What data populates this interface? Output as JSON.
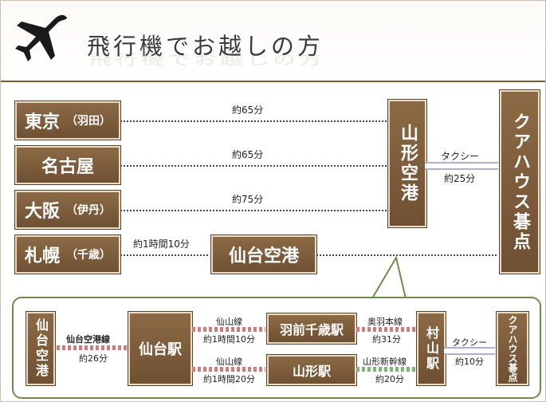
{
  "header": {
    "title": "飛行機でお越しの方",
    "icon": "airplane-icon"
  },
  "origins": [
    {
      "name": "東京",
      "sub": "（羽田）",
      "time": "約65分"
    },
    {
      "name": "名古屋",
      "sub": "",
      "time": "約65分"
    },
    {
      "name": "大阪",
      "sub": "（伊丹）",
      "time": "約75分"
    },
    {
      "name": "札幌",
      "sub": "（千歳）",
      "time": "約1時間10分"
    }
  ],
  "yamagata_airport": "山形空港",
  "sendai_airport": "仙台空港",
  "taxi": {
    "label": "タクシー",
    "time": "約25分"
  },
  "destination": "クアハウス碁点",
  "sendai_route": {
    "start": "仙台空港",
    "airport_line": "仙台空港線",
    "airport_line_time": "約26分",
    "sendai_station": "仙台駅",
    "senzan_line": "仙山線",
    "senzan_time_1": "約1時間10分",
    "senzan_time_2": "約1時間20分",
    "hazen_station": "羽前千歳駅",
    "yamagata_station": "山形駅",
    "ou_line": "奥羽本線",
    "ou_time": "約31分",
    "shinkansen": "山形新幹線",
    "shinkansen_time": "約20分",
    "murayama_station": "村山駅",
    "taxi_label": "タクシー",
    "taxi_time": "約10分",
    "destination": "クアハウス碁点"
  }
}
